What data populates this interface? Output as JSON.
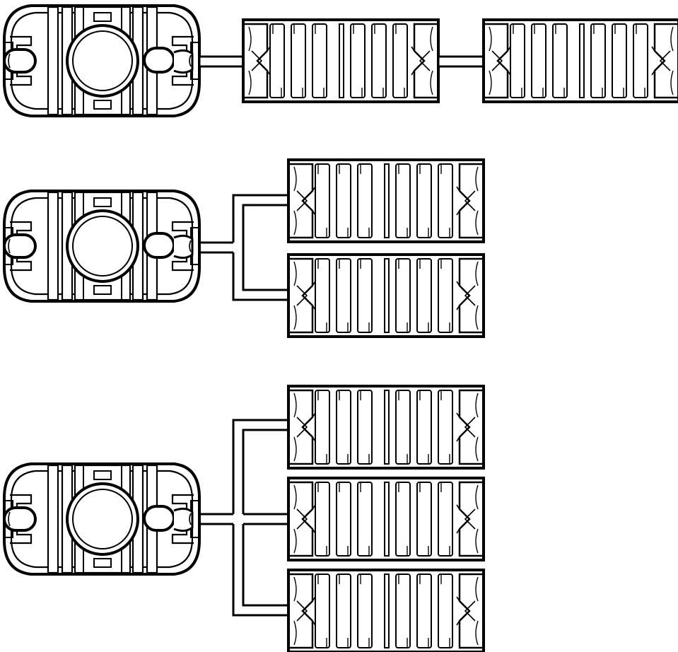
{
  "diagram": {
    "kind": "septic-tank-to-chamber-layouts",
    "stroke_color": "#000000",
    "fill_color": "#ffffff",
    "layouts": [
      {
        "name": "series",
        "tank_count": 1,
        "chamber_count": 2,
        "arrangement": "series"
      },
      {
        "name": "parallel-2",
        "tank_count": 1,
        "chamber_count": 2,
        "arrangement": "parallel"
      },
      {
        "name": "parallel-3",
        "tank_count": 1,
        "chamber_count": 3,
        "arrangement": "parallel"
      }
    ]
  }
}
